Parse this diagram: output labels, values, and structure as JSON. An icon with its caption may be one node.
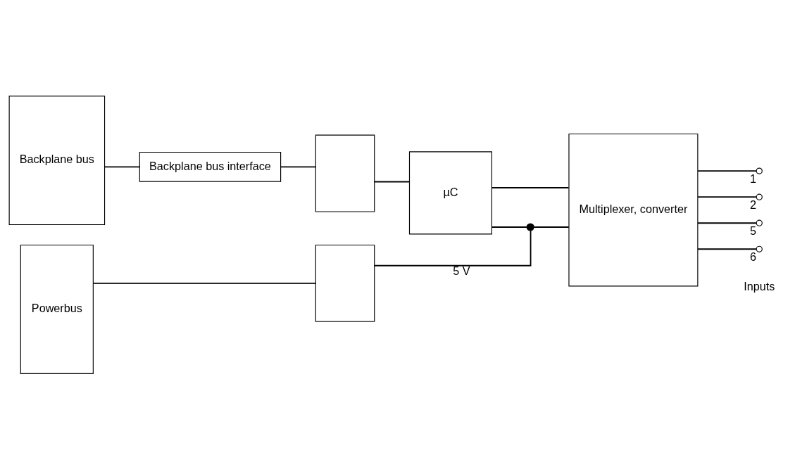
{
  "diagram": {
    "nodes": [
      {
        "text": [
          "Backplane bus"
        ]
      },
      {
        "text": [
          "Powerbus"
        ]
      },
      {
        "text": [
          "Backplane bus interface"
        ]
      },
      {
        "text": [],
        "shape": "box"
      },
      {
        "text": [
          "µC"
        ]
      },
      {
        "text": [
          "Multiplexer, converter"
        ]
      },
      {
        "text": [],
        "shape": "box"
      },
      {
        "text": [],
        "shape": "dot"
      },
      {
        "text": [],
        "shape": "circle",
        "beside": [
          "1"
        ]
      },
      {
        "text": [],
        "shape": "circle",
        "beside": [
          "2"
        ]
      },
      {
        "text": [],
        "shape": "circle",
        "beside": [
          "5"
        ]
      },
      {
        "text": [],
        "shape": "circle",
        "beside": [
          "6"
        ]
      }
    ],
    "edges": [
      {
        "from": 0,
        "to": 2,
        "arrow": "none"
      },
      {
        "from": 2,
        "to": 3,
        "arrow": "none"
      },
      {
        "from": 3,
        "to": 4,
        "arrow": "none"
      },
      {
        "from": 4,
        "to": 5,
        "arrow": "none"
      },
      {
        "from": 1,
        "to": 6,
        "arrow": "none"
      },
      {
        "from": 6,
        "to": 7,
        "arrow": "none",
        "label": "5 V"
      },
      {
        "from": 4,
        "to": 7,
        "arrow": "none"
      },
      {
        "from": 7,
        "to": 5,
        "arrow": "none"
      },
      {
        "from": 5,
        "to": 8,
        "arrow": "none"
      },
      {
        "from": 5,
        "to": 9,
        "arrow": "none"
      },
      {
        "from": 5,
        "to": 10,
        "arrow": "none"
      },
      {
        "from": 5,
        "to": 11,
        "arrow": "none"
      }
    ],
    "labels": [
      "Inputs"
    ]
  }
}
